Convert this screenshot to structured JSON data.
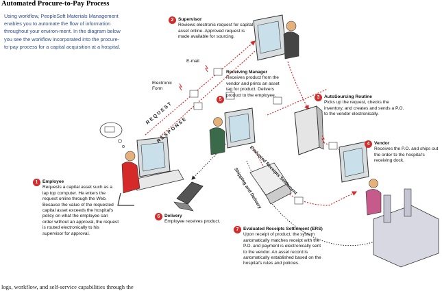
{
  "title": "Automated Procure-to-Pay Process",
  "intro": "Using workflow, PeopleSoft Materials Management enables you to automate the flow of information throughout your environ-ment. In the diagram below you see the workflow incorporated into the procure-to-pay process for a capital acquisition at a hospital.",
  "labels": {
    "email": "E-mail",
    "electronic_form": "Electronic Form",
    "request": "REQUEST",
    "response": "RESPONSE",
    "ers": "Evaluated Receipts Settlement",
    "shipping": "Shipping and Delivery"
  },
  "steps": [
    {
      "num": "1",
      "title": "Employee",
      "text": "Requests a capital asset such as a lap top computer. He enters the request online through the Web. Because the value of the requested capital asset exceeds the hospital's policy on what the employee can order without an approval, the request is routed electronically to his supervisor for approval."
    },
    {
      "num": "2",
      "title": "Supervisor",
      "text": "Reviews electronic request for capital asset online. Approved request is made available for sourcing."
    },
    {
      "num": "3",
      "title": "AutoSourcing Routine",
      "text": "Picks up the request, checks the inventory, and creates and sends a P.O. to the vendor electronically."
    },
    {
      "num": "4",
      "title": "Vendor",
      "text": "Receives the P.O. and ships out the order to the hospital's receiving dock."
    },
    {
      "num": "5",
      "title": "Receiving Manager",
      "text": "Receives product from the vendor and prints an asset tag for product. Delivers product to the employee."
    },
    {
      "num": "6",
      "title": "Delivery",
      "text": "Employee receives product."
    },
    {
      "num": "7",
      "title": "Evaluated Receipts Settlement (ERS)",
      "text": "Upon receipt of product, the system automatically matches receipt with the P.O. and payment is electronically sent to the vendor. An asset record is automatically established based on the hospital's rules and policies."
    }
  ],
  "footer": "logs, workflow, and self-service capabilities through the",
  "colors": {
    "accent": "#d42a2a",
    "intro_text": "#2d4e8c"
  }
}
